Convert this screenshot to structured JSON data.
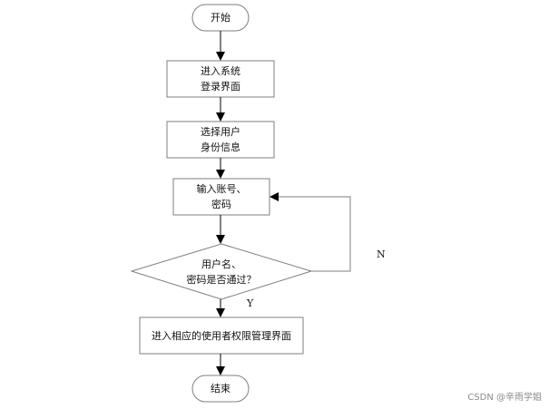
{
  "nodes": {
    "start": {
      "label": "开始"
    },
    "enter_login": {
      "lines": [
        "进入系统",
        "登录界面"
      ]
    },
    "select_identity": {
      "lines": [
        "选择用户",
        "身份信息"
      ]
    },
    "input_credentials": {
      "lines": [
        "输入账号、",
        "密码"
      ]
    },
    "check_credentials": {
      "lines": [
        "用户名、",
        "密码是否通过？"
      ]
    },
    "management": {
      "label": "进入相应的使用者权限管理界面"
    },
    "end": {
      "label": "结束"
    }
  },
  "edges": {
    "no_label": "N",
    "yes_label": "Y"
  },
  "watermark": "CSDN @辛雨学姐",
  "colors": {
    "stroke": "#7f7f7f",
    "arrow": "#000000",
    "text": "#111111"
  }
}
